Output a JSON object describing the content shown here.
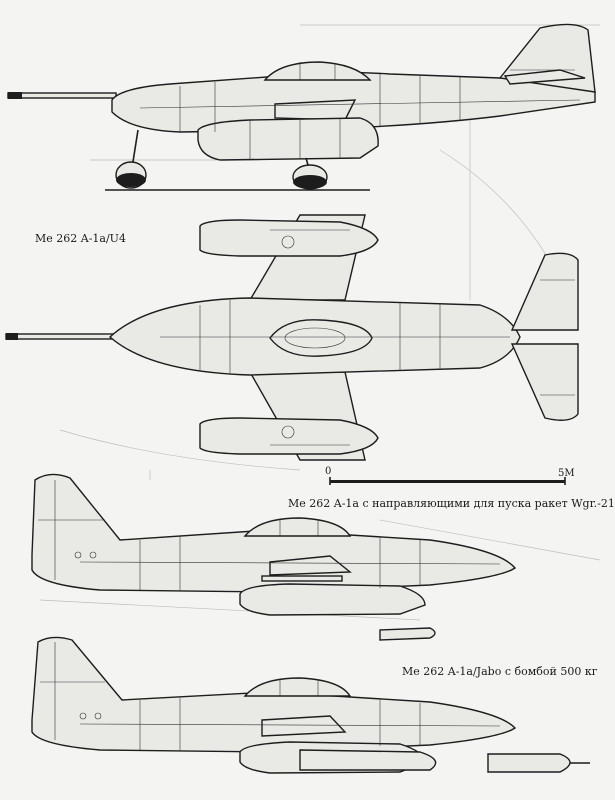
{
  "captions": {
    "first": "Me 262 A-1a/U4",
    "second": "Me 262 A-1a с направляющими для пуска ракет Wgr.-21",
    "third": "Me 262 A-1a/Jabo с бомбой 500 кг"
  },
  "scale": {
    "zero": "0",
    "end": "5M"
  },
  "colors": {
    "ink": "#1d1d1d",
    "paper": "#f4f4f2",
    "ghost_lines": "#bdbdbd"
  }
}
